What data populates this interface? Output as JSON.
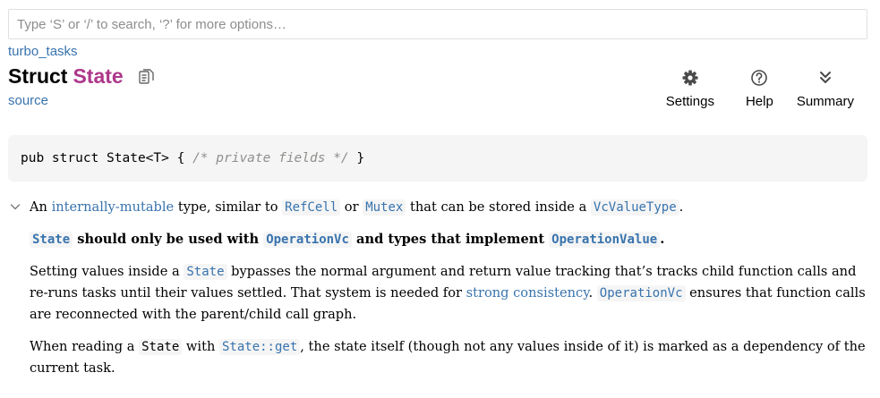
{
  "search": {
    "placeholder": "Type ‘S’ or ‘/’ to search, ‘?’ for more options…"
  },
  "header": {
    "crate": "turbo_tasks",
    "kind": "Struct",
    "name": "State",
    "source_label": "source"
  },
  "toolbar": {
    "settings_label": "Settings",
    "help_label": "Help",
    "summary_label": "Summary"
  },
  "code": {
    "signature": "pub struct State<T> { ",
    "comment": "/* private fields */",
    "closing": " }"
  },
  "docs": {
    "p1": {
      "t1": "An ",
      "link1": "internally-mutable",
      "t2": " type, similar to ",
      "code1": "RefCell",
      "t3": " or ",
      "code2": "Mutex",
      "t4": " that can be stored inside a ",
      "code3": "VcValueType",
      "t5": "."
    },
    "p2": {
      "code1": "State",
      "t1": " should only be used with ",
      "code2": "OperationVc",
      "t2": " and types that implement ",
      "code3": "OperationValue",
      "t3": "."
    },
    "p3": {
      "t1": "Setting values inside a ",
      "code1": "State",
      "t2": " bypasses the normal argument and return value tracking that’s tracks child function calls and re-runs tasks until their values settled. That system is needed for ",
      "link1": "strong consistency",
      "t3": ". ",
      "code2": "OperationVc",
      "t4": " ensures that function calls are reconnected with the parent/child call graph."
    },
    "p4": {
      "t1": "When reading a ",
      "code1": "State",
      "t2": " with ",
      "code2": "State::get",
      "t3": ", the state itself (though not any values inside of it) is marked as a dependency of the current task."
    }
  },
  "colors": {
    "link": "#3873ad",
    "struct_name": "#ad378a",
    "code_bg": "#f5f5f5"
  },
  "icons": {
    "copy": "copy-path-icon",
    "settings": "gear-icon",
    "help": "question-circle-icon",
    "summary": "double-chevron-down-icon",
    "toggle": "chevron-down-icon"
  }
}
